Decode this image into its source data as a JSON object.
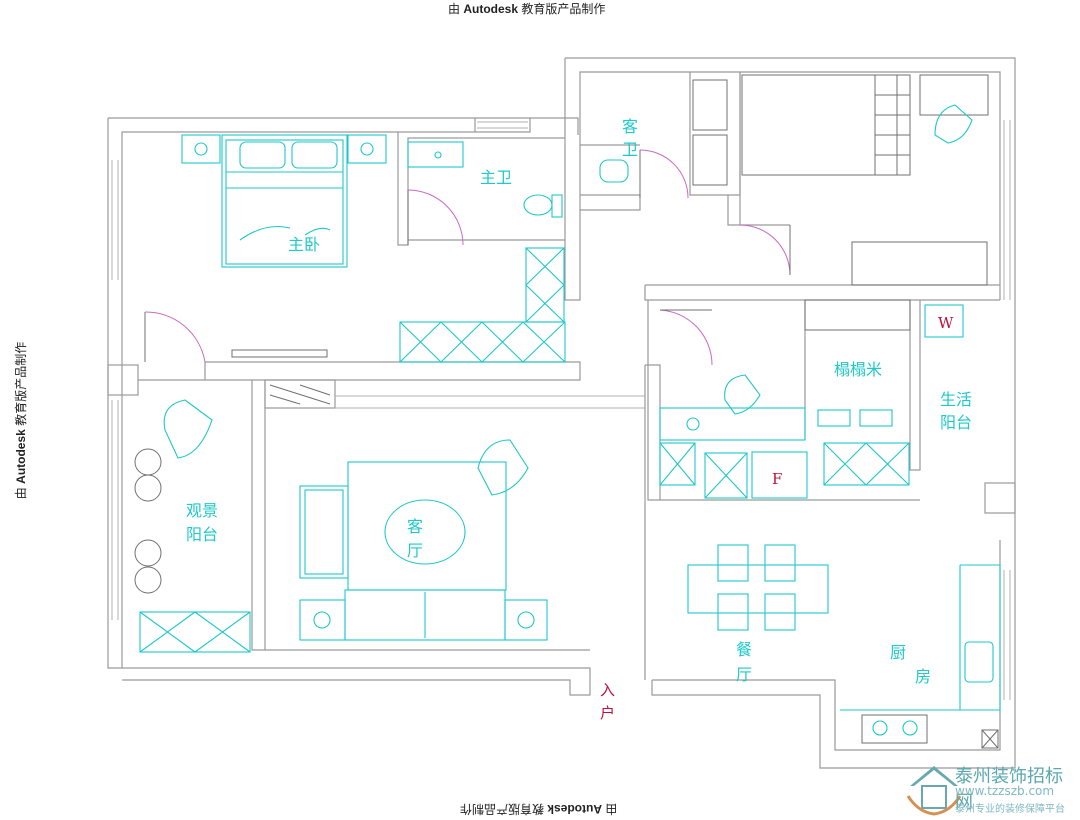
{
  "watermark": {
    "brand": "Autodesk",
    "prefix": "由",
    "suffix": "教育版产品制作"
  },
  "rooms": {
    "master_bedroom": "主卧",
    "master_bath": "主卫",
    "guest_bath_1": "客",
    "guest_bath_2": "卫",
    "balcony_view_1": "观景",
    "balcony_view_2": "阳台",
    "living_1": "客",
    "living_2": "厅",
    "tatami": "榻榻米",
    "utility_balcony_1": "生活",
    "utility_balcony_2": "阳台",
    "dining_1": "餐",
    "dining_2": "厅",
    "kitchen_1": "厨",
    "kitchen_2": "房",
    "entrance_1": "入",
    "entrance_2": "户"
  },
  "markers": {
    "washer": "W",
    "fridge": "F"
  },
  "logo": {
    "title": "泰州装饰招标网",
    "url": "www.tzzszb.com",
    "tagline": "泰州专业的装修保障平台"
  },
  "colors": {
    "furniture": "#1ec8c8",
    "walls": "#9a9a9a",
    "doors": "#c86ac8",
    "marker": "#c0103a"
  }
}
